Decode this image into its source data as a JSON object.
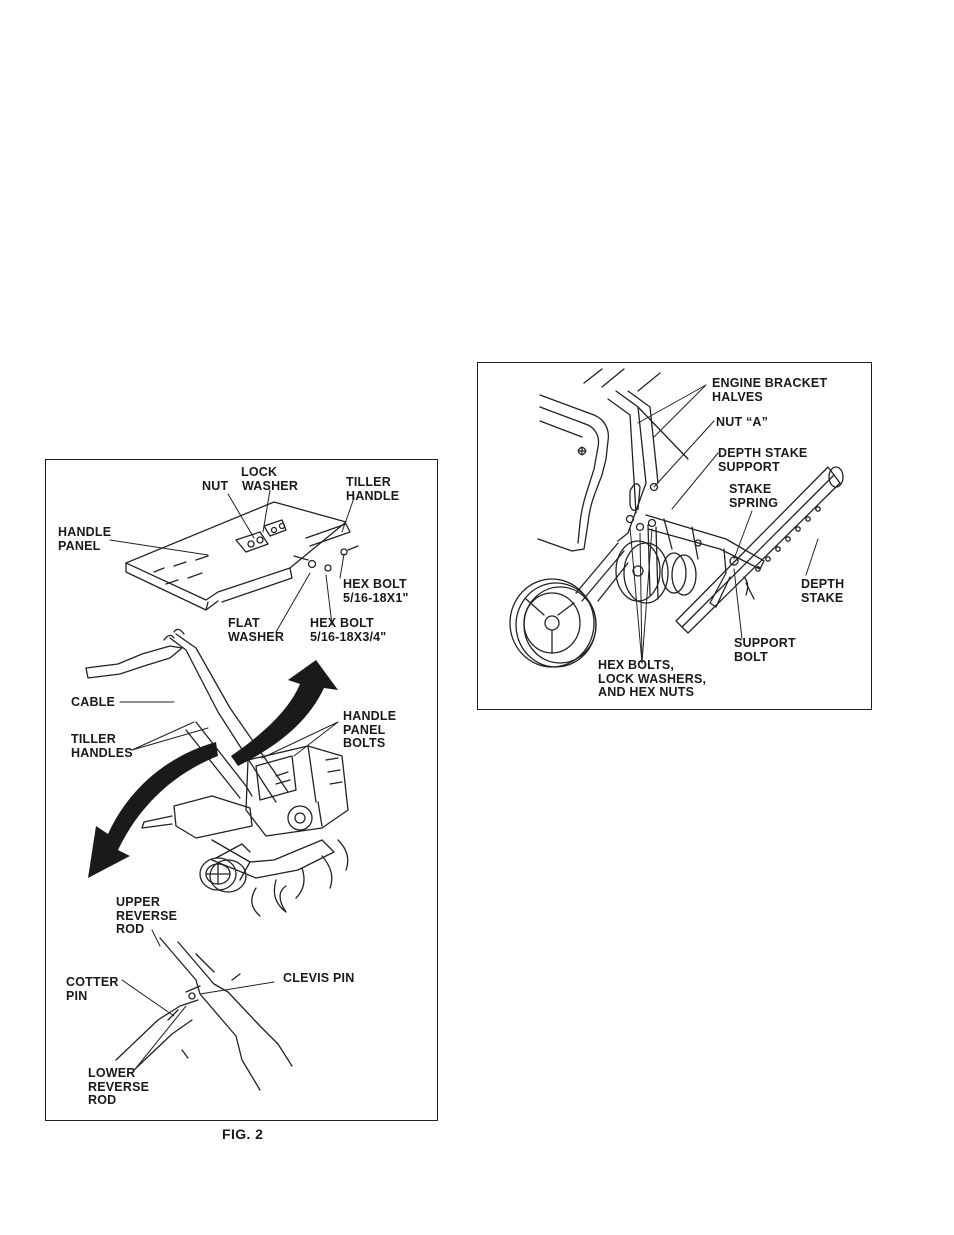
{
  "fig2": {
    "caption": "FIG. 2",
    "labels": {
      "lock": "LOCK",
      "nut": "NUT",
      "washer": "WASHER",
      "tiller": "TILLER",
      "handle": "HANDLE",
      "handle_panel_1": "HANDLE",
      "handle_panel_2": "PANEL",
      "hex_bolt_1_a": "HEX BOLT",
      "hex_bolt_1_b": "5/16-18X1\"",
      "flat_washer_1": "FLAT",
      "flat_washer_2": "WASHER",
      "hex_bolt_2_a": "HEX BOLT",
      "hex_bolt_2_b": "5/16-18X3/4\"",
      "cable": "CABLE",
      "tiller_handles_1": "TILLER",
      "tiller_handles_2": "HANDLES",
      "panel_bolts_1": "HANDLE",
      "panel_bolts_2": "PANEL",
      "panel_bolts_3": "BOLTS",
      "upper_rod_1": "UPPER",
      "upper_rod_2": "REVERSE",
      "upper_rod_3": "ROD",
      "cotter_1": "COTTER",
      "cotter_2": "PIN",
      "clevis": "CLEVIS PIN",
      "lower_rod_1": "LOWER",
      "lower_rod_2": "REVERSE",
      "lower_rod_3": "ROD"
    }
  },
  "fig_right": {
    "labels": {
      "engine_bracket_1": "ENGINE BRACKET",
      "engine_bracket_2": "HALVES",
      "nut_a": "NUT “A”",
      "depth_support_1": "DEPTH STAKE",
      "depth_support_2": "SUPPORT",
      "stake_spring_1": "STAKE",
      "stake_spring_2": "SPRING",
      "depth_stake_1": "DEPTH",
      "depth_stake_2": "STAKE",
      "support_bolt_1": "SUPPORT",
      "support_bolt_2": "BOLT",
      "hex_bolts_1": "HEX BOLTS,",
      "hex_bolts_2": "LOCK WASHERS,",
      "hex_bolts_3": "AND HEX NUTS"
    }
  }
}
